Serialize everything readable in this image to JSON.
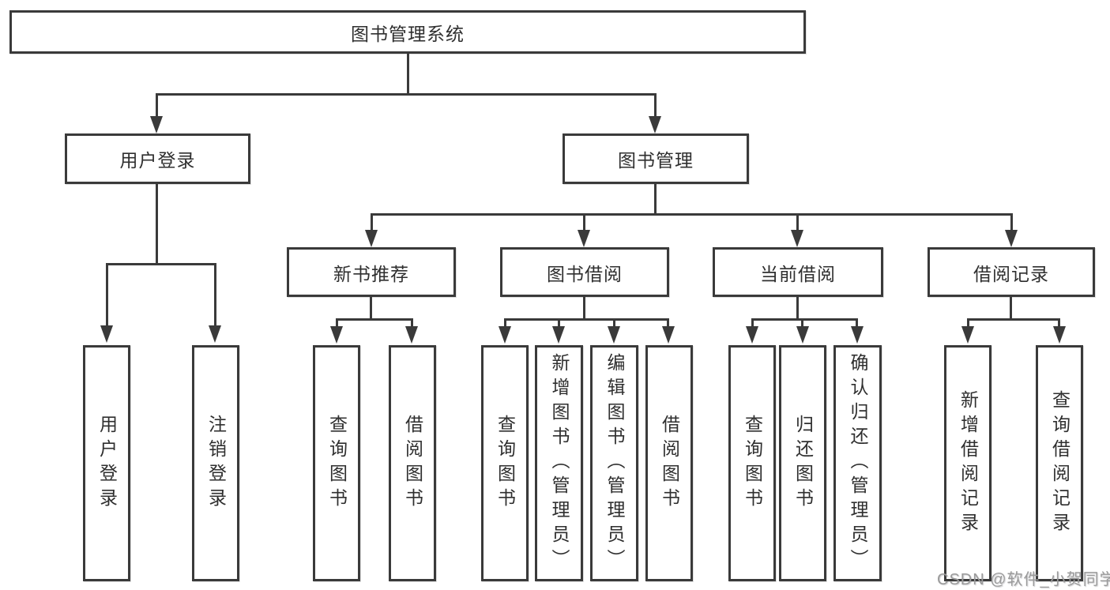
{
  "title": {
    "label": "图书管理系统"
  },
  "branches": {
    "user_login": {
      "label": "用户登录",
      "leaves": [
        {
          "label": "用户登录"
        },
        {
          "label": "注销登录"
        }
      ]
    },
    "book_mgmt": {
      "label": "图书管理",
      "groups": [
        {
          "label": "新书推荐",
          "leaves": [
            {
              "label": "查询图书"
            },
            {
              "label": "借阅图书"
            }
          ]
        },
        {
          "label": "图书借阅",
          "leaves": [
            {
              "label": "查询图书"
            },
            {
              "label": "新增图书（管理员）"
            },
            {
              "label": "编辑图书（管理员）"
            },
            {
              "label": "借阅图书"
            }
          ]
        },
        {
          "label": "当前借阅",
          "leaves": [
            {
              "label": "查询图书"
            },
            {
              "label": "归还图书"
            },
            {
              "label": "确认归还（管理员）"
            }
          ]
        },
        {
          "label": "借阅记录",
          "leaves": [
            {
              "label": "新增借阅记录"
            },
            {
              "label": "查询借阅记录"
            }
          ]
        }
      ]
    }
  },
  "watermark": {
    "text": "CSDN @软件_小贺同学"
  },
  "colors": {
    "line": "#3a3a3a",
    "box_border": "#3a3a3a",
    "text": "#2f2f2f",
    "watermark": "#9b9b9b",
    "background": "#ffffff"
  }
}
